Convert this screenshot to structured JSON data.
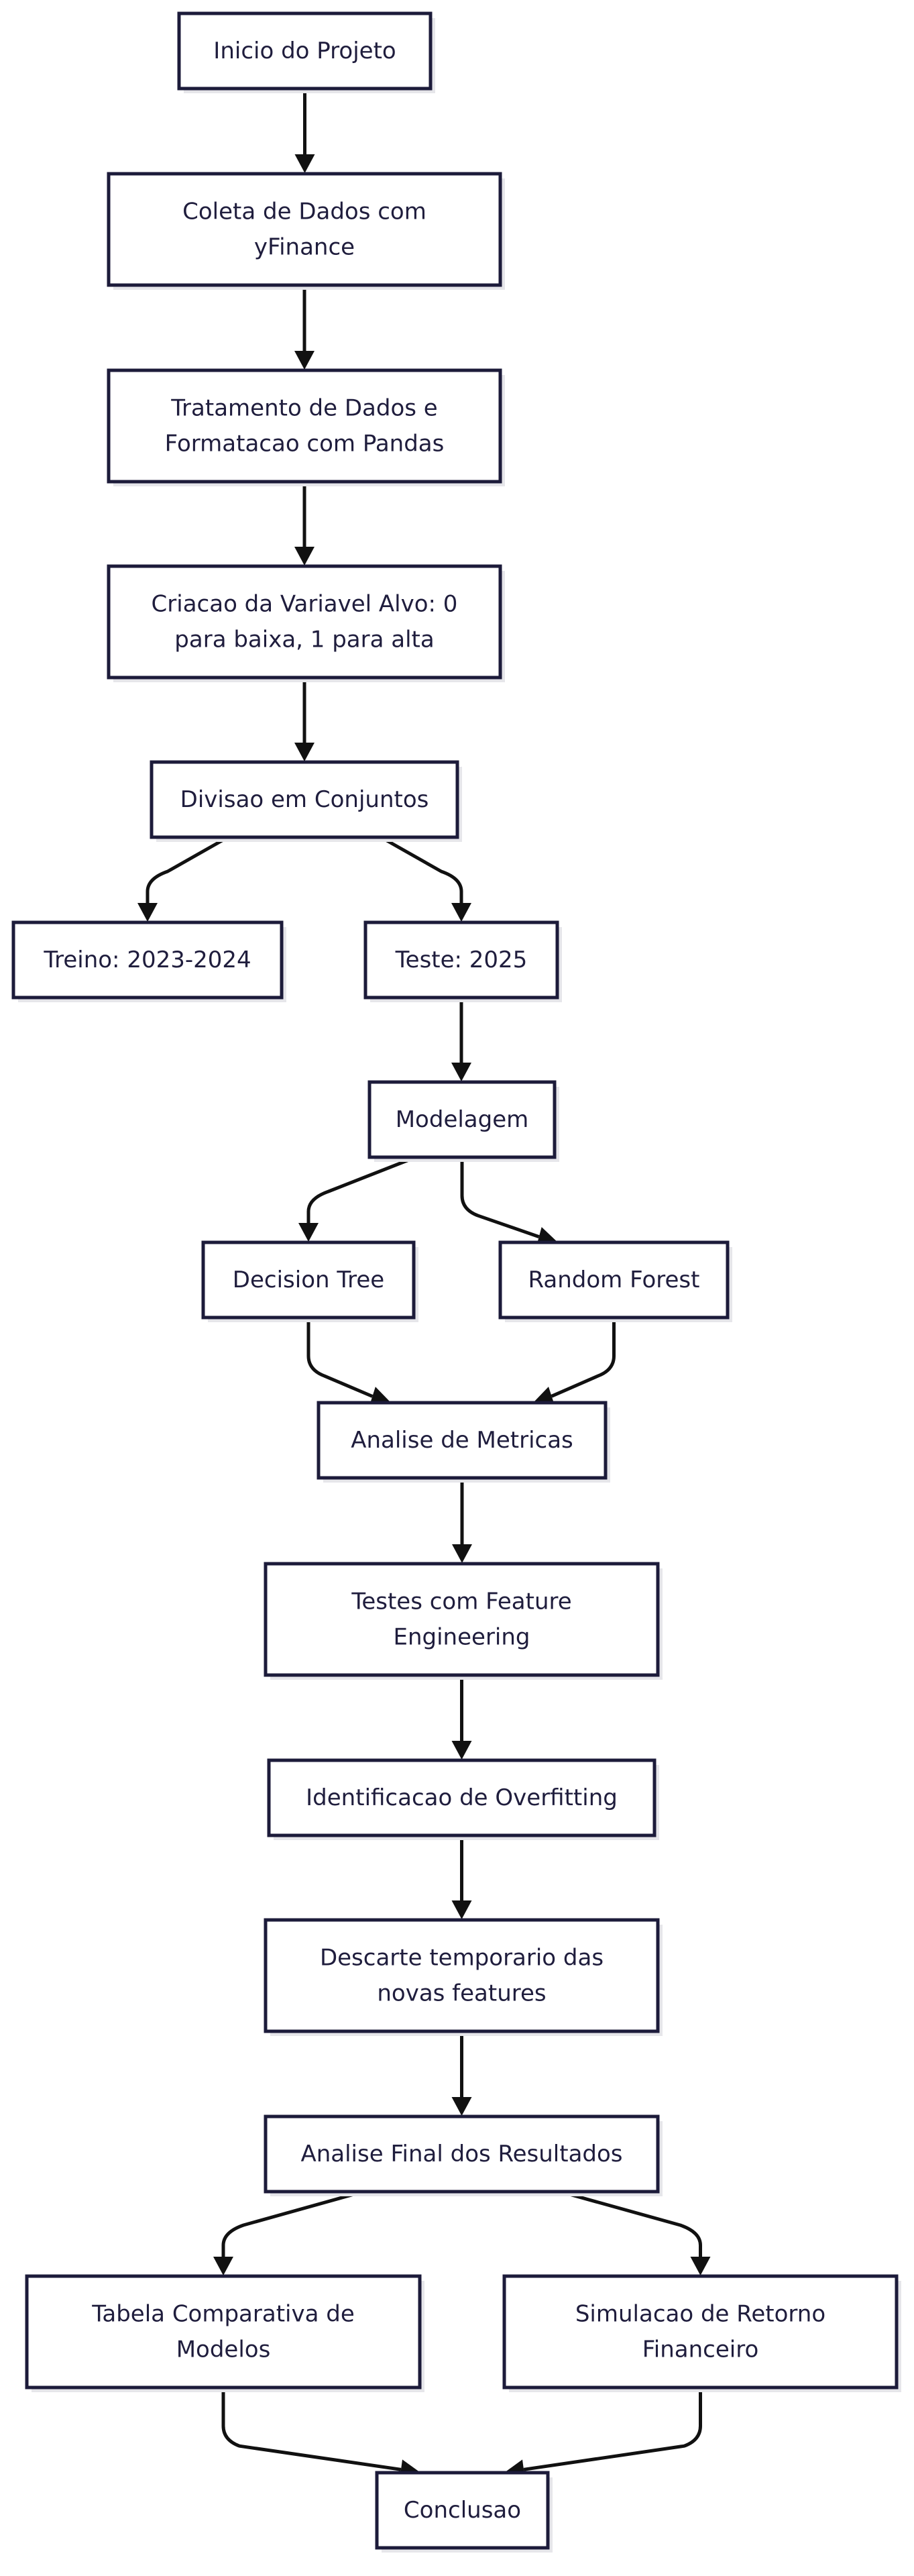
{
  "colors": {
    "node_border": "#1c1b3a",
    "node_fill": "#ffffff",
    "node_shadow": "#e6e6ea",
    "node_text": "#1f1d3d",
    "edge": "#111111",
    "background": "#ffffff"
  },
  "nodes": {
    "inicio": {
      "lines": [
        "Inicio do Projeto"
      ]
    },
    "coleta": {
      "lines": [
        "Coleta de Dados com",
        "yFinance"
      ]
    },
    "tratamento": {
      "lines": [
        "Tratamento de Dados e",
        "Formatacao com Pandas"
      ]
    },
    "criacao": {
      "lines": [
        "Criacao da Variavel Alvo: 0",
        "para baixa, 1 para alta"
      ]
    },
    "divisao": {
      "lines": [
        "Divisao em Conjuntos"
      ]
    },
    "treino": {
      "lines": [
        "Treino: 2023-2024"
      ]
    },
    "teste": {
      "lines": [
        "Teste: 2025"
      ]
    },
    "modelagem": {
      "lines": [
        "Modelagem"
      ]
    },
    "decision_tree": {
      "lines": [
        "Decision Tree"
      ]
    },
    "random_forest": {
      "lines": [
        "Random Forest"
      ]
    },
    "analise_metricas": {
      "lines": [
        "Analise de Metricas"
      ]
    },
    "testes_feature": {
      "lines": [
        "Testes com Feature",
        "Engineering"
      ]
    },
    "overfitting": {
      "lines": [
        "Identificacao de Overfitting"
      ]
    },
    "descarte": {
      "lines": [
        "Descarte temporario das",
        "novas features"
      ]
    },
    "analise_final": {
      "lines": [
        "Analise Final dos Resultados"
      ]
    },
    "tabela": {
      "lines": [
        "Tabela Comparativa de",
        "Modelos"
      ]
    },
    "simulacao": {
      "lines": [
        "Simulacao de Retorno",
        "Financeiro"
      ]
    },
    "conclusao": {
      "lines": [
        "Conclusao"
      ]
    }
  },
  "edges": [
    {
      "from": "inicio",
      "to": "coleta"
    },
    {
      "from": "coleta",
      "to": "tratamento"
    },
    {
      "from": "tratamento",
      "to": "criacao"
    },
    {
      "from": "criacao",
      "to": "divisao"
    },
    {
      "from": "divisao",
      "to": "treino"
    },
    {
      "from": "divisao",
      "to": "teste"
    },
    {
      "from": "teste",
      "to": "modelagem"
    },
    {
      "from": "modelagem",
      "to": "decision_tree"
    },
    {
      "from": "modelagem",
      "to": "random_forest"
    },
    {
      "from": "decision_tree",
      "to": "analise_metricas"
    },
    {
      "from": "random_forest",
      "to": "analise_metricas"
    },
    {
      "from": "analise_metricas",
      "to": "testes_feature"
    },
    {
      "from": "testes_feature",
      "to": "overfitting"
    },
    {
      "from": "overfitting",
      "to": "descarte"
    },
    {
      "from": "descarte",
      "to": "analise_final"
    },
    {
      "from": "analise_final",
      "to": "tabela"
    },
    {
      "from": "analise_final",
      "to": "simulacao"
    },
    {
      "from": "tabela",
      "to": "conclusao"
    },
    {
      "from": "simulacao",
      "to": "conclusao"
    }
  ]
}
